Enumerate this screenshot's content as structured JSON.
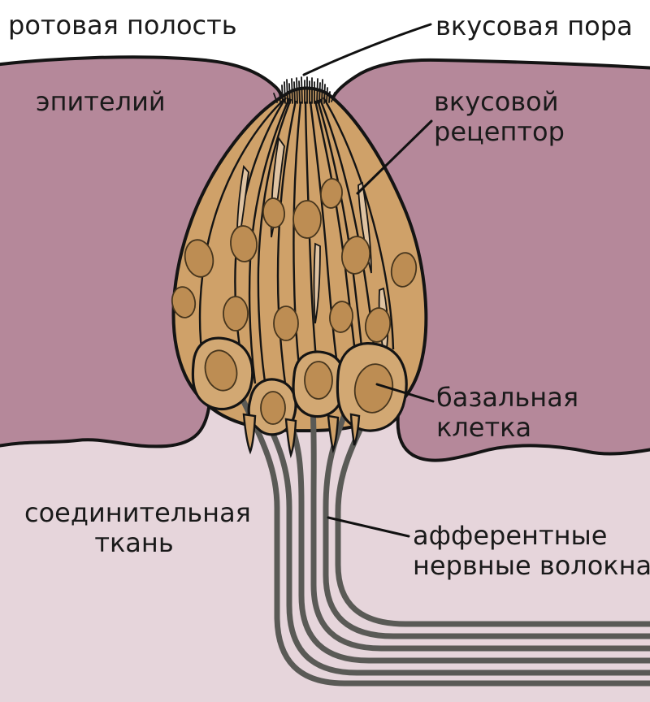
{
  "figure": {
    "description": "Schematic diagram of a taste bud embedded in the tongue epithelium (Russian labels)"
  },
  "labels": {
    "oral_cavity": "ротовая полость",
    "taste_pore": "вкусовая пора",
    "epithelium": "эпителий",
    "taste_receptor_line1": "вкусовой",
    "taste_receptor_line2": "рецептор",
    "basal_cell_line1": "базальная",
    "basal_cell_line2": "клетка",
    "connective_tissue_line1": "соединительная",
    "connective_tissue_line2": "ткань",
    "afferent_fibers_line1": "афферентные",
    "afferent_fibers_line2": "нервные волокна"
  },
  "colors": {
    "oral_cavity": "#ffffff",
    "epithelium": "#b5889a",
    "connective_tissue": "#e6d5db",
    "taste_bud": "#cfa169",
    "cell_highlight": "#dfc3a2",
    "nucleus": "#bd8d53",
    "basal_cell": "#d2a873",
    "nerve_fiber": "#5a5a56",
    "outline": "#141414"
  }
}
